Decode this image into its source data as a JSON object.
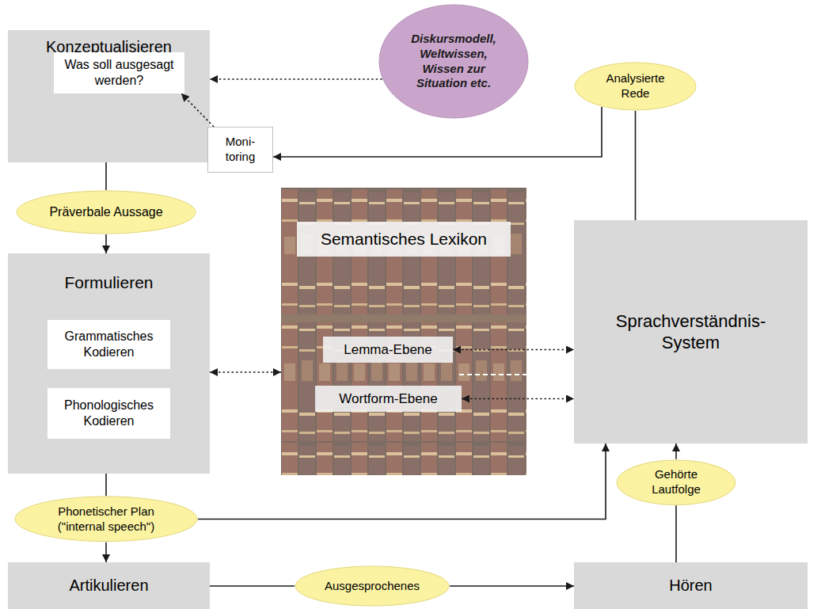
{
  "diagram": {
    "nodes": [
      {
        "text": [
          "Konzeptualisieren"
        ]
      },
      {
        "text": [
          "Was soll ausgesagt werden?"
        ],
        "in": 0
      },
      {
        "text": [
          "Moni- toring"
        ]
      },
      {
        "text": [
          "Diskursmodell, Weltwissen, Wissen zur Situation etc."
        ]
      },
      {
        "text": [
          "Analysierte Rede"
        ]
      },
      {
        "text": [
          "Präverbale Aussage"
        ]
      },
      {
        "text": [
          "Formulieren"
        ]
      },
      {
        "text": [
          "Grammatisches Kodieren"
        ],
        "in": 6
      },
      {
        "text": [
          "Phonologisches Kodieren"
        ],
        "in": 6
      },
      {
        "text": [
          "Semantisches Lexikon"
        ]
      },
      {
        "text": [
          "Lemma-Ebene"
        ],
        "in": 9
      },
      {
        "text": [
          "Wortform-Ebene"
        ],
        "in": 9
      },
      {
        "text": [
          "Sprachverständnis- System"
        ]
      },
      {
        "text": [
          "Phonetischer Plan (\"internal speech\")"
        ]
      },
      {
        "text": [
          "Gehörte Lautfolge"
        ]
      },
      {
        "text": [
          "Artikulieren"
        ]
      },
      {
        "text": [
          "Ausgesprochenes"
        ]
      },
      {
        "text": [
          "Hören"
        ]
      }
    ],
    "edges": [
      {
        "from": 3,
        "to": 0,
        "arrow": "to"
      },
      {
        "from": 2,
        "to": 1,
        "arrow": "to"
      },
      {
        "from": 4,
        "to": 2,
        "arrow": "to"
      },
      {
        "from": 12,
        "to": 4,
        "arrow": "none"
      },
      {
        "from": 0,
        "to": 5,
        "arrow": "none"
      },
      {
        "from": 5,
        "to": 6,
        "arrow": "to"
      },
      {
        "from": 6,
        "to": 9,
        "arrow": "both"
      },
      {
        "from": 10,
        "to": 12,
        "arrow": "both"
      },
      {
        "from": 11,
        "to": 12,
        "arrow": "both"
      },
      {
        "from": 6,
        "to": 13,
        "arrow": "none"
      },
      {
        "from": 13,
        "to": 15,
        "arrow": "to"
      },
      {
        "from": 13,
        "to": 12,
        "arrow": "to"
      },
      {
        "from": 15,
        "to": 16,
        "arrow": "none"
      },
      {
        "from": 16,
        "to": 17,
        "arrow": "to"
      },
      {
        "from": 17,
        "to": 14,
        "arrow": "none"
      },
      {
        "from": 14,
        "to": 12,
        "arrow": "to"
      }
    ]
  }
}
